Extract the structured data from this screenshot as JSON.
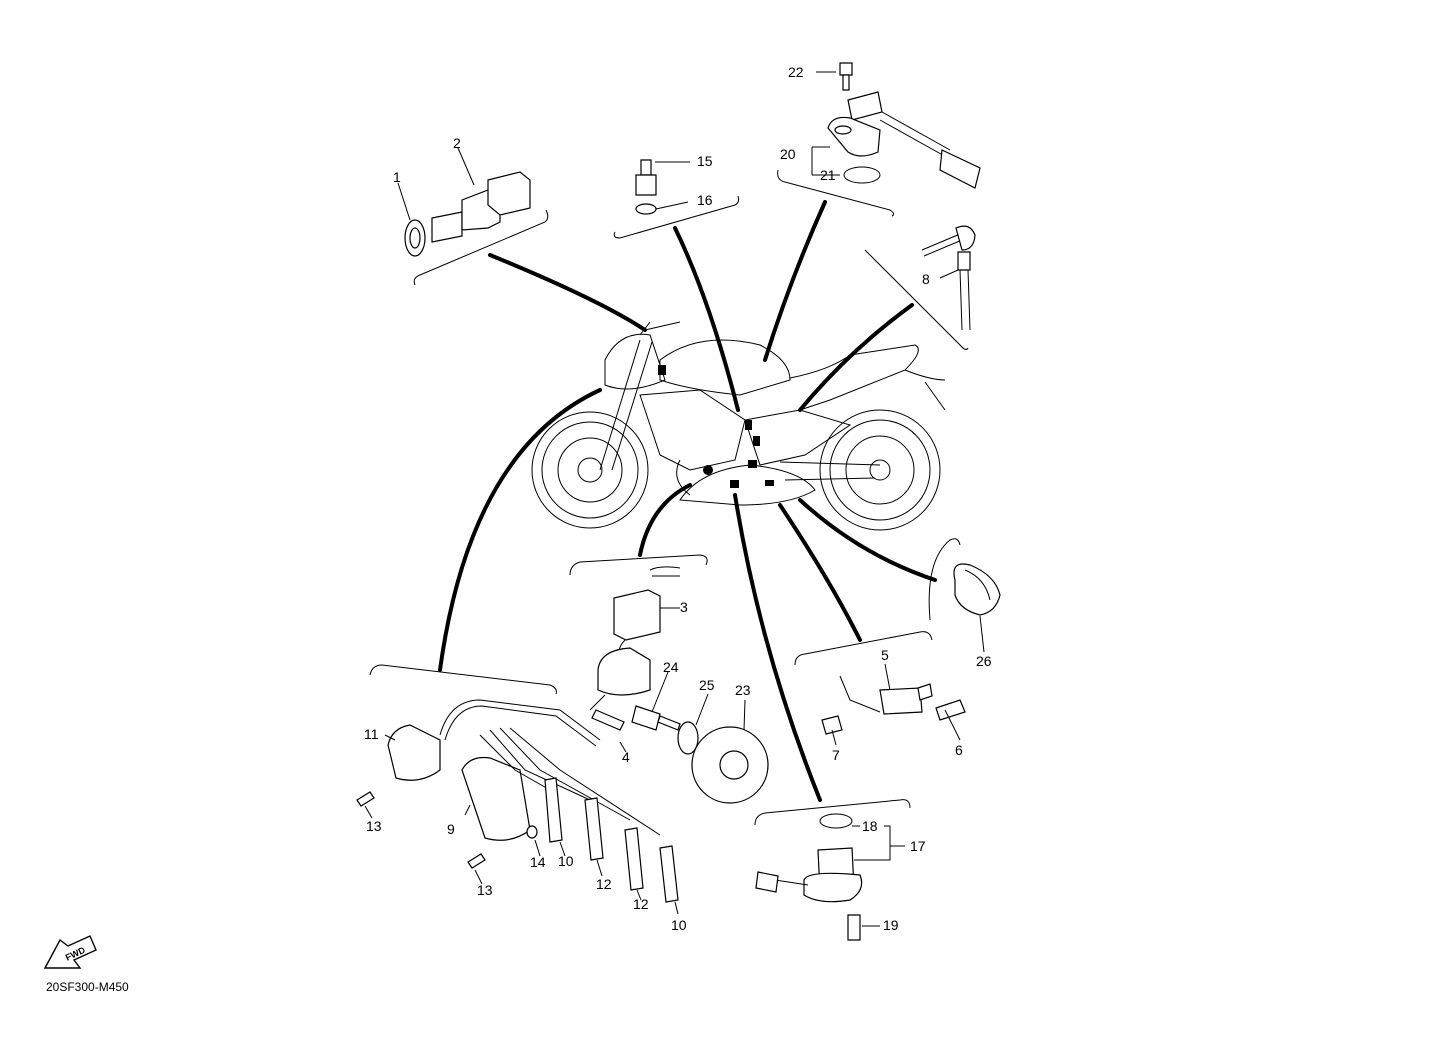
{
  "diagram_code": "20SF300-M450",
  "fwd_label": "FWD",
  "part_numbers": {
    "p1": "1",
    "p2": "2",
    "p3": "3",
    "p4": "4",
    "p5": "5",
    "p6": "6",
    "p7": "7",
    "p8": "8",
    "p9": "9",
    "p10a": "10",
    "p10b": "10",
    "p11": "11",
    "p12a": "12",
    "p12b": "12",
    "p13a": "13",
    "p13b": "13",
    "p14": "14",
    "p15": "15",
    "p16": "16",
    "p17": "17",
    "p18": "18",
    "p19": "19",
    "p20": "20",
    "p21": "21",
    "p22": "22",
    "p23": "23",
    "p24": "24",
    "p25": "25",
    "p26": "26"
  }
}
